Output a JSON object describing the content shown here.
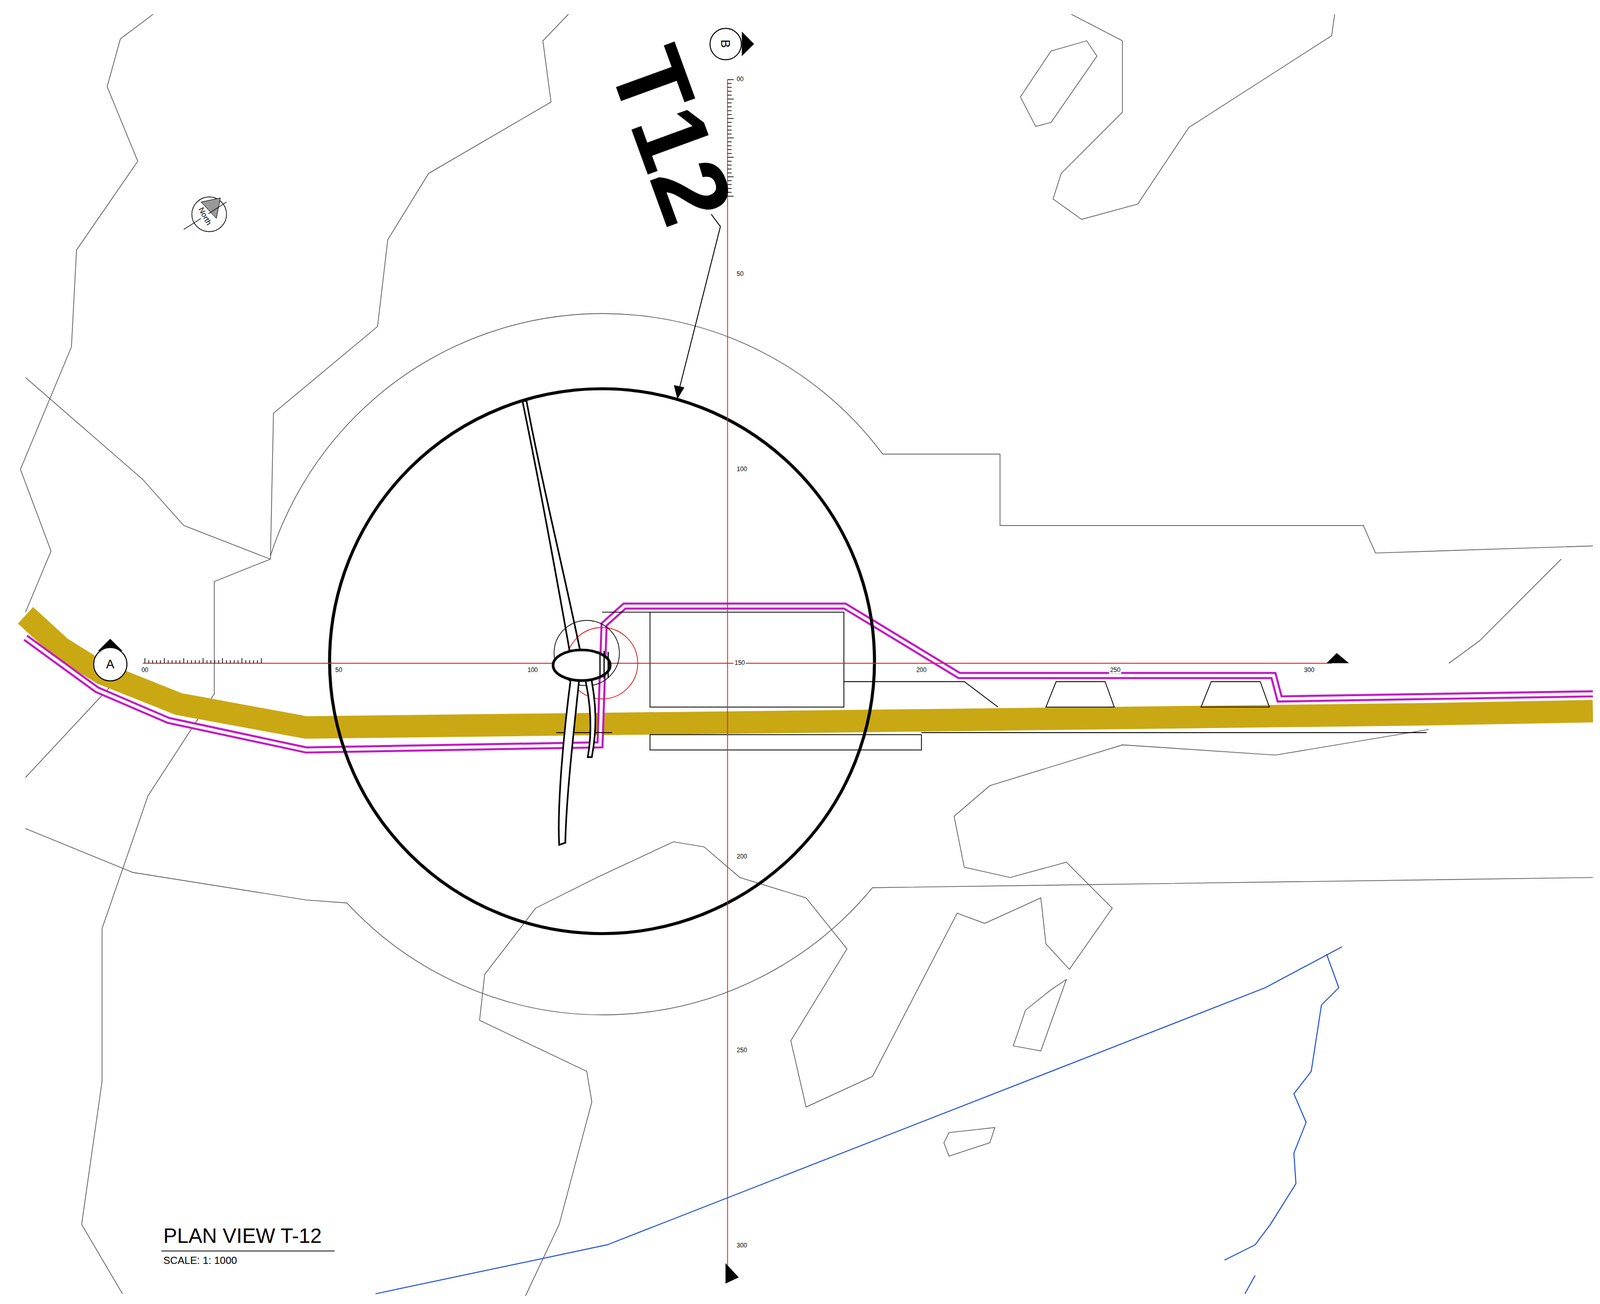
{
  "diagram": {
    "title": "PLAN VIEW T-12",
    "caption": "SCALE: 1: 1000",
    "nodes": [
      {
        "text": [
          "A"
        ]
      },
      {
        "text": [
          "B"
        ]
      }
    ],
    "labels": [
      "T12",
      "North",
      "00",
      "50",
      "100",
      "150",
      "200",
      "250",
      "300",
      "00",
      "50",
      "100",
      "200",
      "250",
      "300"
    ]
  }
}
